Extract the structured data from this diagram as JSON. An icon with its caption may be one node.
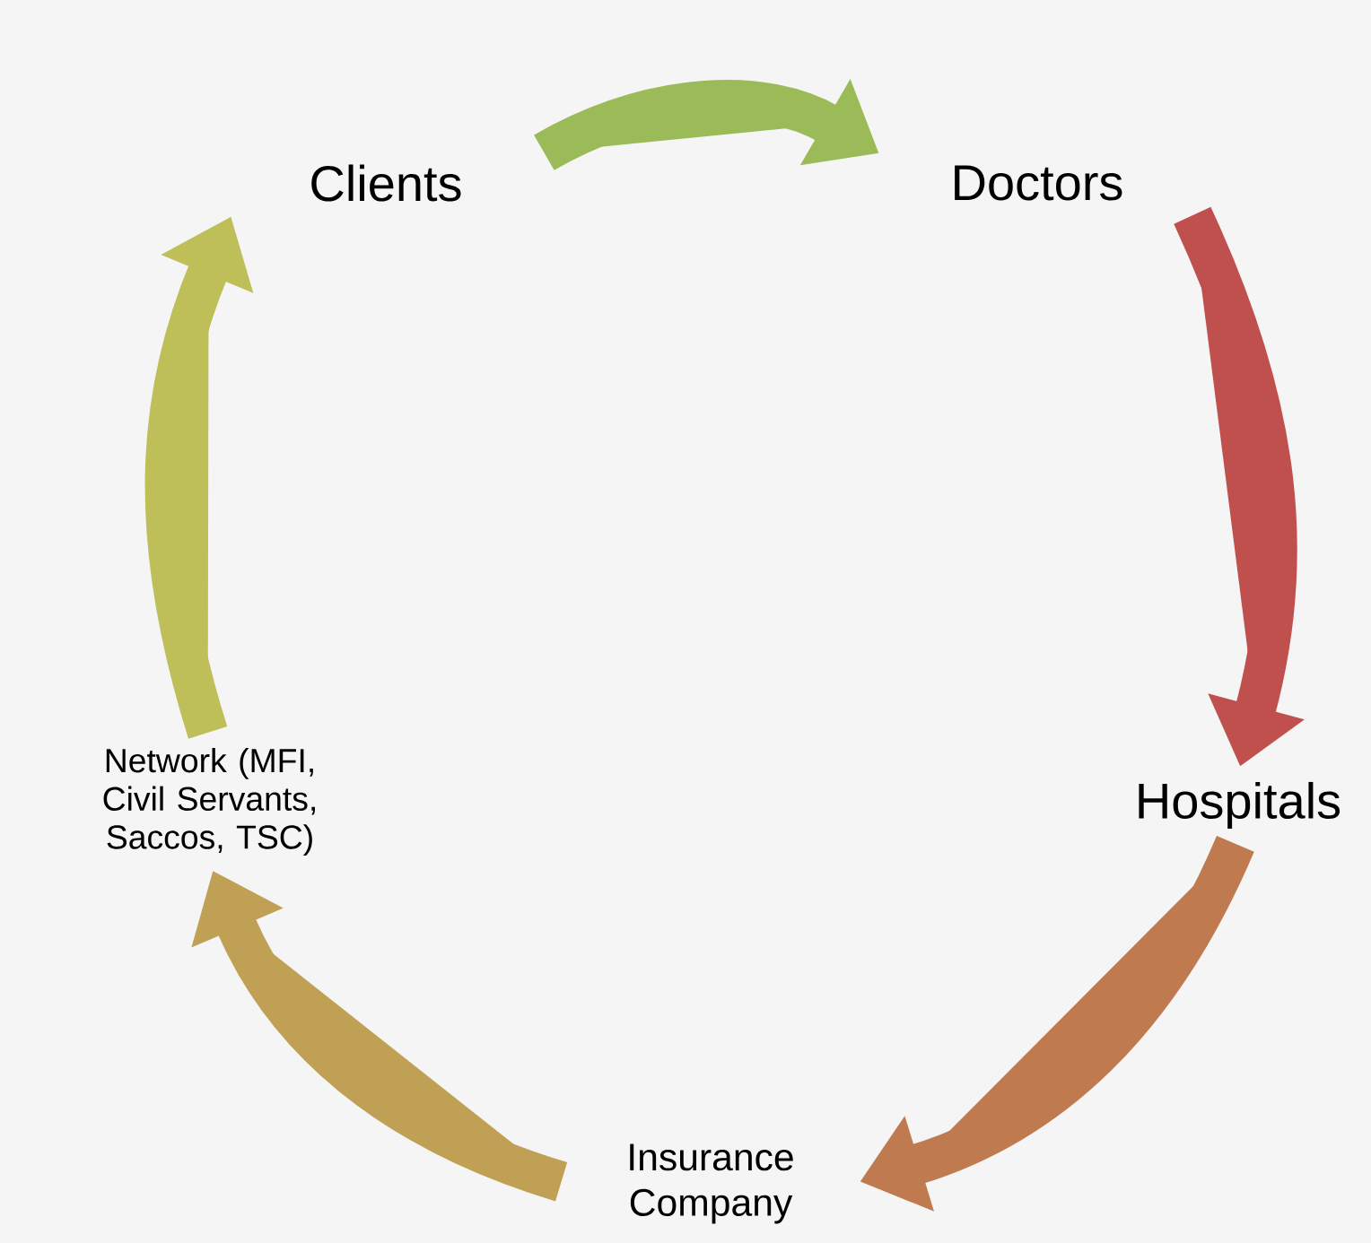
{
  "diagram": {
    "nodes": [
      {
        "text": [
          "Clients"
        ]
      },
      {
        "text": [
          "Doctors"
        ]
      },
      {
        "text": [
          "Hospitals"
        ]
      },
      {
        "text": [
          "Insurance Company"
        ]
      },
      {
        "text": [
          "Network (MFI, Civil Servants, Saccos, TSC)"
        ]
      }
    ],
    "edges": [
      {
        "from": 0,
        "to": 1,
        "arrow": "to",
        "color": "#9bbb59"
      },
      {
        "from": 1,
        "to": 2,
        "arrow": "to",
        "color": "#c0504d"
      },
      {
        "from": 2,
        "to": 3,
        "arrow": "to",
        "color": "#c07a50"
      },
      {
        "from": 3,
        "to": 4,
        "arrow": "to",
        "color": "#c0a055"
      },
      {
        "from": 4,
        "to": 0,
        "arrow": "to",
        "color": "#bfbf5a"
      }
    ]
  }
}
